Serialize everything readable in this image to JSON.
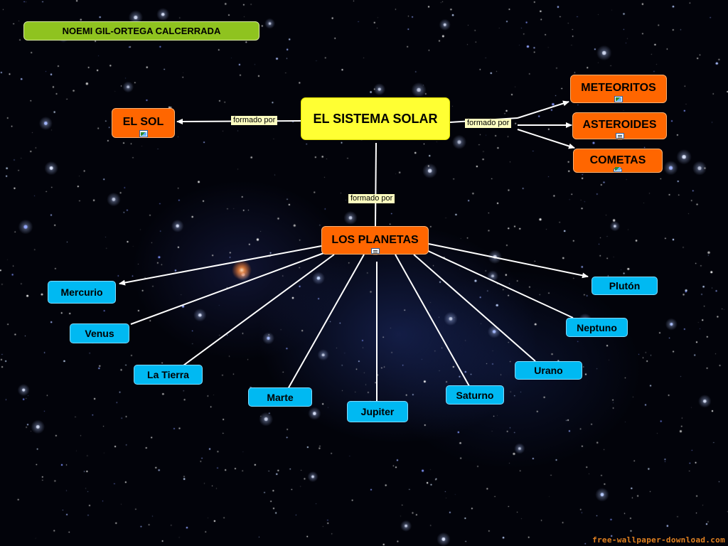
{
  "author": "NOEMI GIL-ORTEGA CALCERRADA",
  "root": "EL SISTEMA SOLAR",
  "link_label": "formado por",
  "sol": "EL SOL",
  "small_bodies": [
    "METEORITOS",
    "ASTEROIDES",
    "COMETAS"
  ],
  "planets_node": "LOS PLANETAS",
  "planets": [
    "Mercurio",
    "Venus",
    "La Tierra",
    "Marte",
    "Jupiter",
    "Saturno",
    "Urano",
    "Neptuno",
    "Plutón"
  ],
  "watermark": "free-wallpaper-download.com",
  "colors": {
    "author": "#8fc31f",
    "root": "#ffff33",
    "concept": "#ff6600",
    "planet": "#00b9f2",
    "link_label_bg": "#ffffc0",
    "line": "#ffffff"
  },
  "icons": {
    "sol": "image-resource-icon",
    "meteoritos": "image-resource-icon",
    "asteroides": "document-resource-icon",
    "cometas": "image-resource-icon",
    "planetas": "document-resource-icon"
  }
}
